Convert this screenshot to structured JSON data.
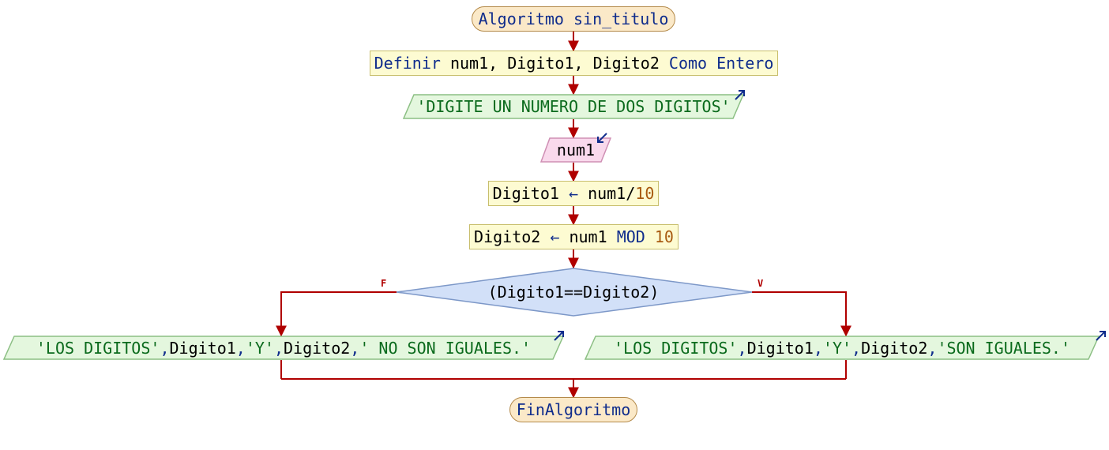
{
  "start": {
    "keyword": "Algoritmo",
    "name": "sin_titulo"
  },
  "define": {
    "kw1": "Definir",
    "vars": "num1, Digito1, Digito2",
    "kw2": "Como",
    "type": "Entero"
  },
  "prompt": {
    "text": "'DIGITE UN NUMERO DE DOS DIGITOS'"
  },
  "read": {
    "text": "num1"
  },
  "assign1": {
    "lhs": "Digito1",
    "arrow": "←",
    "rhs": "num1/",
    "num": "10"
  },
  "assign2": {
    "lhs": "Digito2",
    "arrow": "←",
    "rhs": "num1",
    "op": "MOD",
    "num": "10"
  },
  "decision": {
    "condition": "(Digito1==Digito2)",
    "false_label": "F",
    "true_label": "V"
  },
  "output_false": {
    "s1": "'LOS DIGITOS'",
    "c1": ",",
    "v1": " Digito1",
    "c2": ",",
    "s2": " 'Y'",
    "c3": ",",
    "v2": " Digito2",
    "c4": ",",
    "s3": " ' NO SON IGUALES.'"
  },
  "output_true": {
    "s1": "'LOS DIGITOS'",
    "c1": ",",
    "v1": " Digito1",
    "c2": ",",
    "s2": " 'Y'",
    "c3": ",",
    "v2": " Digito2",
    "c4": ",",
    "s3": " 'SON IGUALES.'"
  },
  "end": {
    "text": "FinAlgoritmo"
  },
  "colors": {
    "flow_line": "#b00000",
    "terminal_fill": "#fbe9c8",
    "process_fill": "#fdfbd2",
    "output_fill": "#e4f7de",
    "input_fill": "#f9d9ec",
    "decision_fill": "#d2e0f8",
    "keyword": "#0f2c8c",
    "string": "#0a6a1c",
    "number": "#a85a10"
  },
  "icons": {
    "output": "arrow-up-right-icon",
    "input": "arrow-down-left-icon"
  }
}
